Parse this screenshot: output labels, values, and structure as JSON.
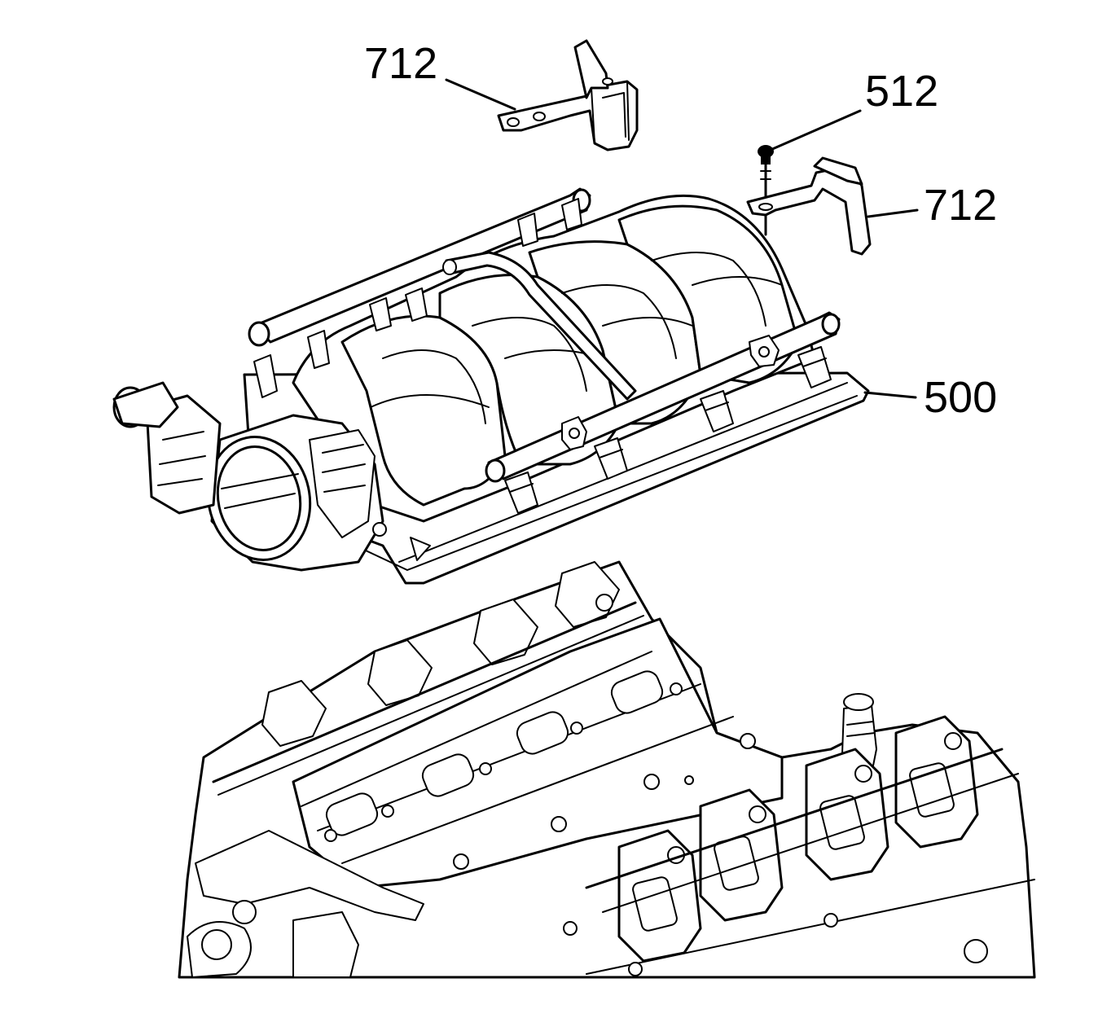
{
  "callouts": [
    {
      "id": "bracket-top",
      "label": "712"
    },
    {
      "id": "bolt",
      "label": "512"
    },
    {
      "id": "bracket-right",
      "label": "712"
    },
    {
      "id": "intake-manifold",
      "label": "500"
    }
  ]
}
